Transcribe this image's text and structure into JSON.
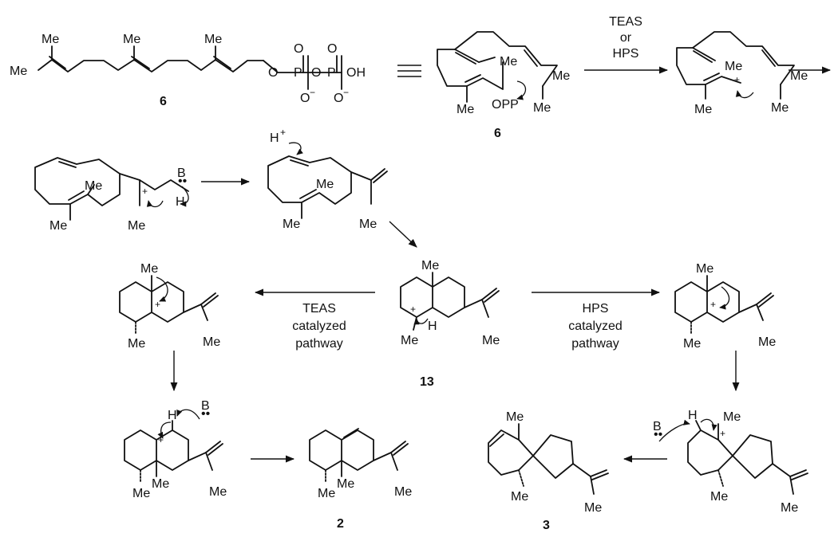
{
  "labels": {
    "me": "Me",
    "h": "H",
    "hplus": "H",
    "plus": "+",
    "b": "B",
    "oh": "OH",
    "opp": "OPP",
    "minus": "−"
  },
  "compounds": {
    "c6_linear": "6",
    "c6_folded": "6",
    "c13": "13",
    "c2": "2",
    "c3": "3"
  },
  "arrow_top": {
    "line1": "TEAS",
    "line2": "or",
    "line3": "HPS"
  },
  "teas_pathway": {
    "line1": "TEAS",
    "line2": "catalyzed",
    "line3": "pathway"
  },
  "hps_pathway": {
    "line1": "HPS",
    "line2": "catalyzed",
    "line3": "pathway"
  }
}
